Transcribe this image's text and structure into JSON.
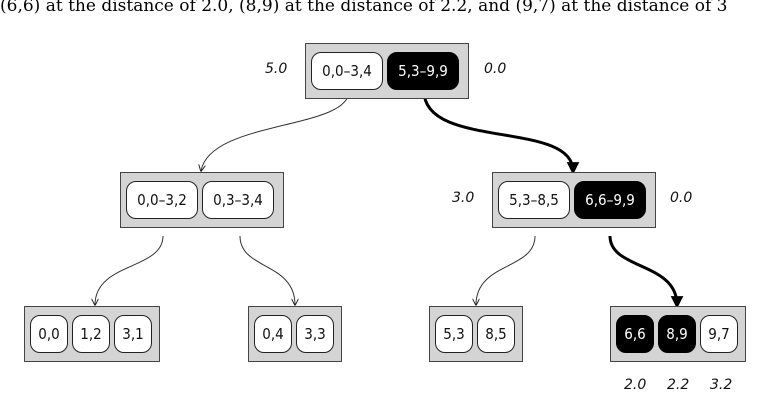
{
  "caption": "(6,6) at the distance of 2.0, (8,9) at the distance of 2.2, and (9,7) at the distance of 3",
  "root": {
    "left_dist": "5.0",
    "right_dist": "0.0",
    "cells": [
      {
        "label": "0,0–3,4",
        "highlighted": false
      },
      {
        "label": "5,3–9,9",
        "highlighted": true
      }
    ]
  },
  "mid_left": {
    "cells": [
      {
        "label": "0,0–3,2",
        "highlighted": false
      },
      {
        "label": "0,3–3,4",
        "highlighted": false
      }
    ]
  },
  "mid_right": {
    "left_dist": "3.0",
    "right_dist": "0.0",
    "cells": [
      {
        "label": "5,3–8,5",
        "highlighted": false
      },
      {
        "label": "6,6–9,9",
        "highlighted": true
      }
    ]
  },
  "leaf1": {
    "cells": [
      {
        "label": "0,0"
      },
      {
        "label": "1,2"
      },
      {
        "label": "3,1"
      }
    ]
  },
  "leaf2": {
    "cells": [
      {
        "label": "0,4"
      },
      {
        "label": "3,3"
      }
    ]
  },
  "leaf3": {
    "cells": [
      {
        "label": "5,3"
      },
      {
        "label": "8,5"
      }
    ]
  },
  "leaf4": {
    "cells": [
      {
        "label": "6,6",
        "highlighted": true
      },
      {
        "label": "8,9",
        "highlighted": true
      },
      {
        "label": "9,7",
        "highlighted": false
      }
    ],
    "distances": [
      "2.0",
      "2.2",
      "3.2"
    ]
  }
}
